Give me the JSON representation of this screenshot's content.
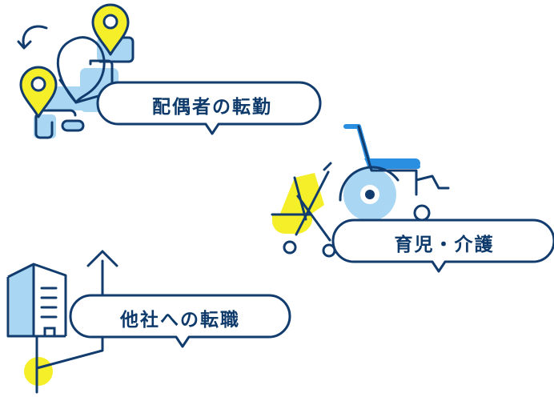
{
  "colors": {
    "navy": "#123c6e",
    "light_blue": "#a9d6f2",
    "blue": "#2a8fe0",
    "yellow": "#f5ef2a"
  },
  "bubbles": {
    "spouse_transfer": "配偶者の転勤",
    "childcare_nursing": "育児・介護",
    "job_change": "他社への転職"
  },
  "illustrations": {
    "spouse": [
      "map-pin-icon",
      "map-pin-icon",
      "map-route-icon",
      "curved-arrow-icon"
    ],
    "care": [
      "wheelchair-icon",
      "stroller-icon"
    ],
    "job": [
      "building-icon",
      "up-arrow-icon",
      "location-dot-icon"
    ]
  }
}
